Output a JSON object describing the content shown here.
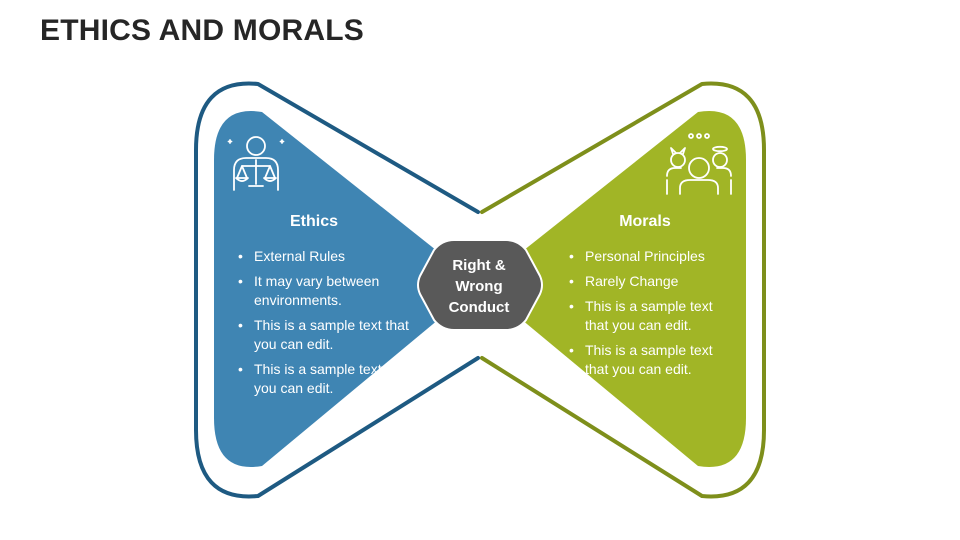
{
  "title": "ETHICS AND MORALS",
  "center": {
    "label_lines": [
      "Right &",
      "Wrong",
      "Conduct"
    ]
  },
  "ethics": {
    "heading": "Ethics",
    "icon": "justice-scale-person-icon",
    "color": "#3F85B3",
    "outline": "#1E5A82",
    "items": [
      "External Rules",
      "It may vary between environments.",
      "This is a sample text that you can edit.",
      "This is a sample text that you can edit."
    ]
  },
  "morals": {
    "heading": "Morals",
    "icon": "angel-devil-conscience-icon",
    "color": "#A1B526",
    "outline": "#7E8F1B",
    "items": [
      "Personal Principles",
      "Rarely Change",
      "This is a sample text that you can edit.",
      "This is a sample text that you can edit."
    ]
  },
  "center_color": "#595959"
}
